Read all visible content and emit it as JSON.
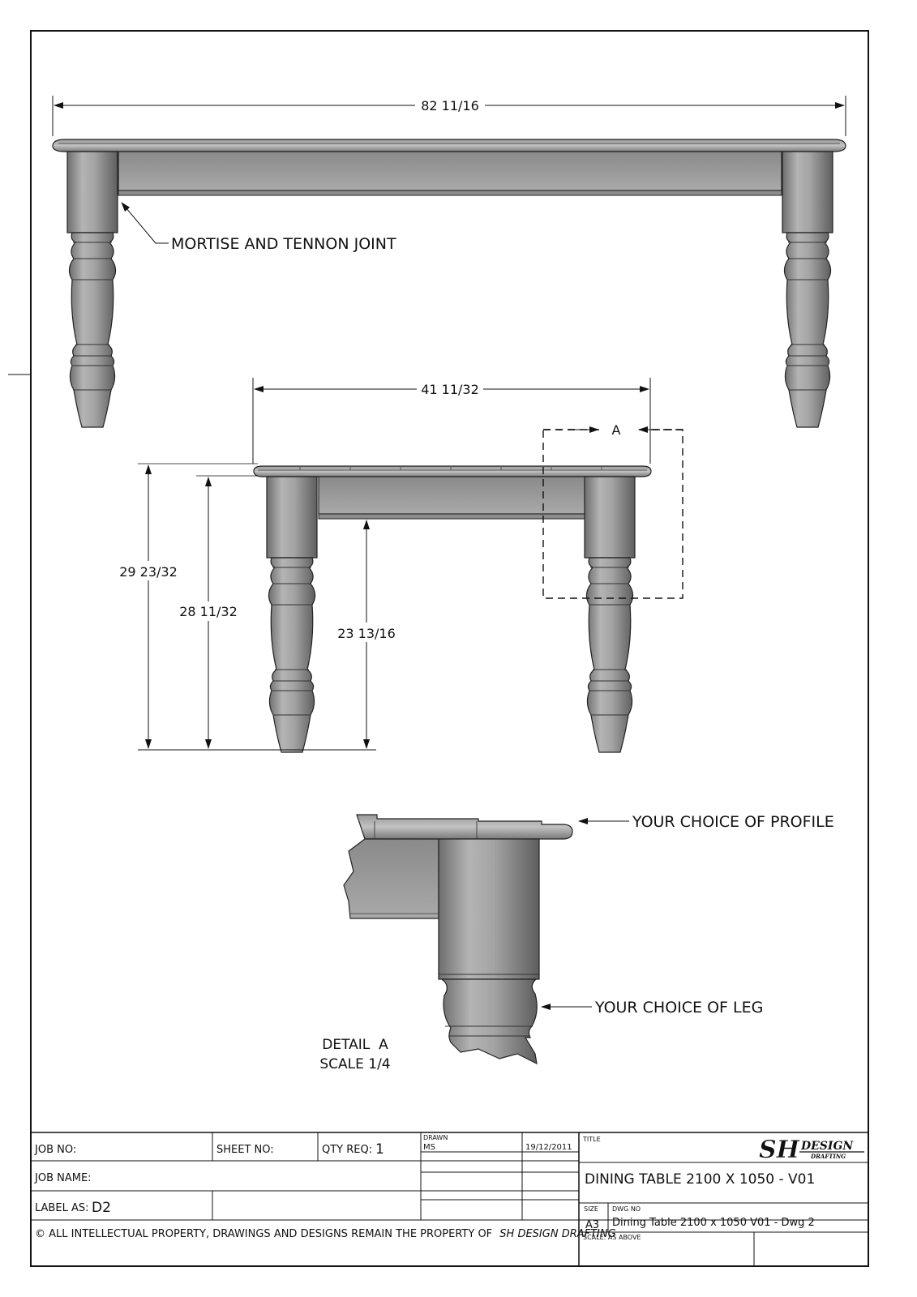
{
  "drawing": {
    "dimensions": {
      "overall_length": "82 11/16",
      "end_width": "41 11/32",
      "total_height": "29 23/32",
      "underside_height": "28 11/32",
      "apron_clearance": "23 13/16"
    },
    "detail_marker": "A",
    "callouts": {
      "joint": "MORTISE AND TENNON JOINT",
      "profile": "YOUR CHOICE OF PROFILE",
      "leg": "YOUR CHOICE OF LEG"
    },
    "detail_title": "DETAIL  A",
    "detail_scale": "SCALE 1/4"
  },
  "title_block": {
    "job_no_label": "JOB NO:",
    "sheet_no_label": "SHEET NO:",
    "qty_req_label": "QTY REQ:",
    "qty_req_value": "1",
    "drawn_label": "DRAWN",
    "drawn_value": "MS",
    "date": "19/12/2011",
    "title_label": "TITLE",
    "title": "DINING TABLE 2100 X 1050 - V01",
    "job_name_label": "JOB NAME:",
    "label_as_label": "LABEL AS:",
    "label_as_value": "D2",
    "size_label": "SIZE",
    "size_value": "A3",
    "dwg_no_label": "DWG NO",
    "dwg_no_value": "Dining Table 2100 x 1050 V01 - Dwg 2",
    "scale": "SCALE: AS ABOVE",
    "copyright": "© ALL INTELLECTUAL PROPERTY, DRAWINGS AND DESIGNS REMAIN THE PROPERTY OF",
    "copyright_company": "SH DESIGN DRAFTING",
    "logo_mark": "SH",
    "logo_word": "DESIGN",
    "logo_sub": "DRAFTING"
  }
}
